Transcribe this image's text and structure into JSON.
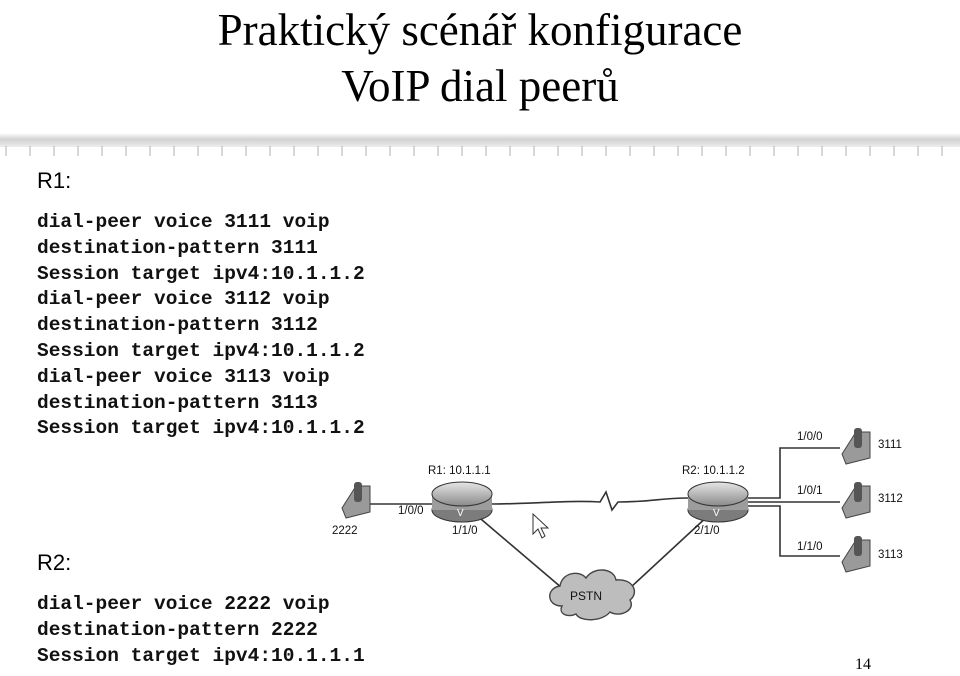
{
  "slide": {
    "title_line1": "Praktický scénář konfigurace",
    "title_line2": "VoIP dial peerů",
    "page_number": "14"
  },
  "r1": {
    "label": "R1:",
    "lines": [
      "dial-peer voice 3111 voip",
      "destination-pattern 3111",
      "Session target ipv4:10.1.1.2",
      "dial-peer voice 3112 voip",
      "destination-pattern 3112",
      "Session target ipv4:10.1.1.2",
      "dial-peer voice 3113 voip",
      "destination-pattern 3113",
      "Session target ipv4:10.1.1.2"
    ]
  },
  "r2": {
    "label": "R2:",
    "lines": [
      "dial-peer voice 2222 voip",
      "destination-pattern 2222",
      "Session target ipv4:10.1.1.1"
    ]
  },
  "diagram": {
    "phone_left": "2222",
    "r1_label": "R1: 10.1.1.1",
    "r1_port_phone": "1/0/0",
    "r1_port_pstn": "1/1/0",
    "r2_label": "R2: 10.1.1.2",
    "r2_port_pstn": "2/1/0",
    "port_3111": "1/0/0",
    "port_3112": "1/0/1",
    "port_3113": "1/1/0",
    "phone_3111": "3111",
    "phone_3112": "3112",
    "phone_3113": "3113",
    "cloud": "PSTN",
    "router_glyph": "V"
  }
}
